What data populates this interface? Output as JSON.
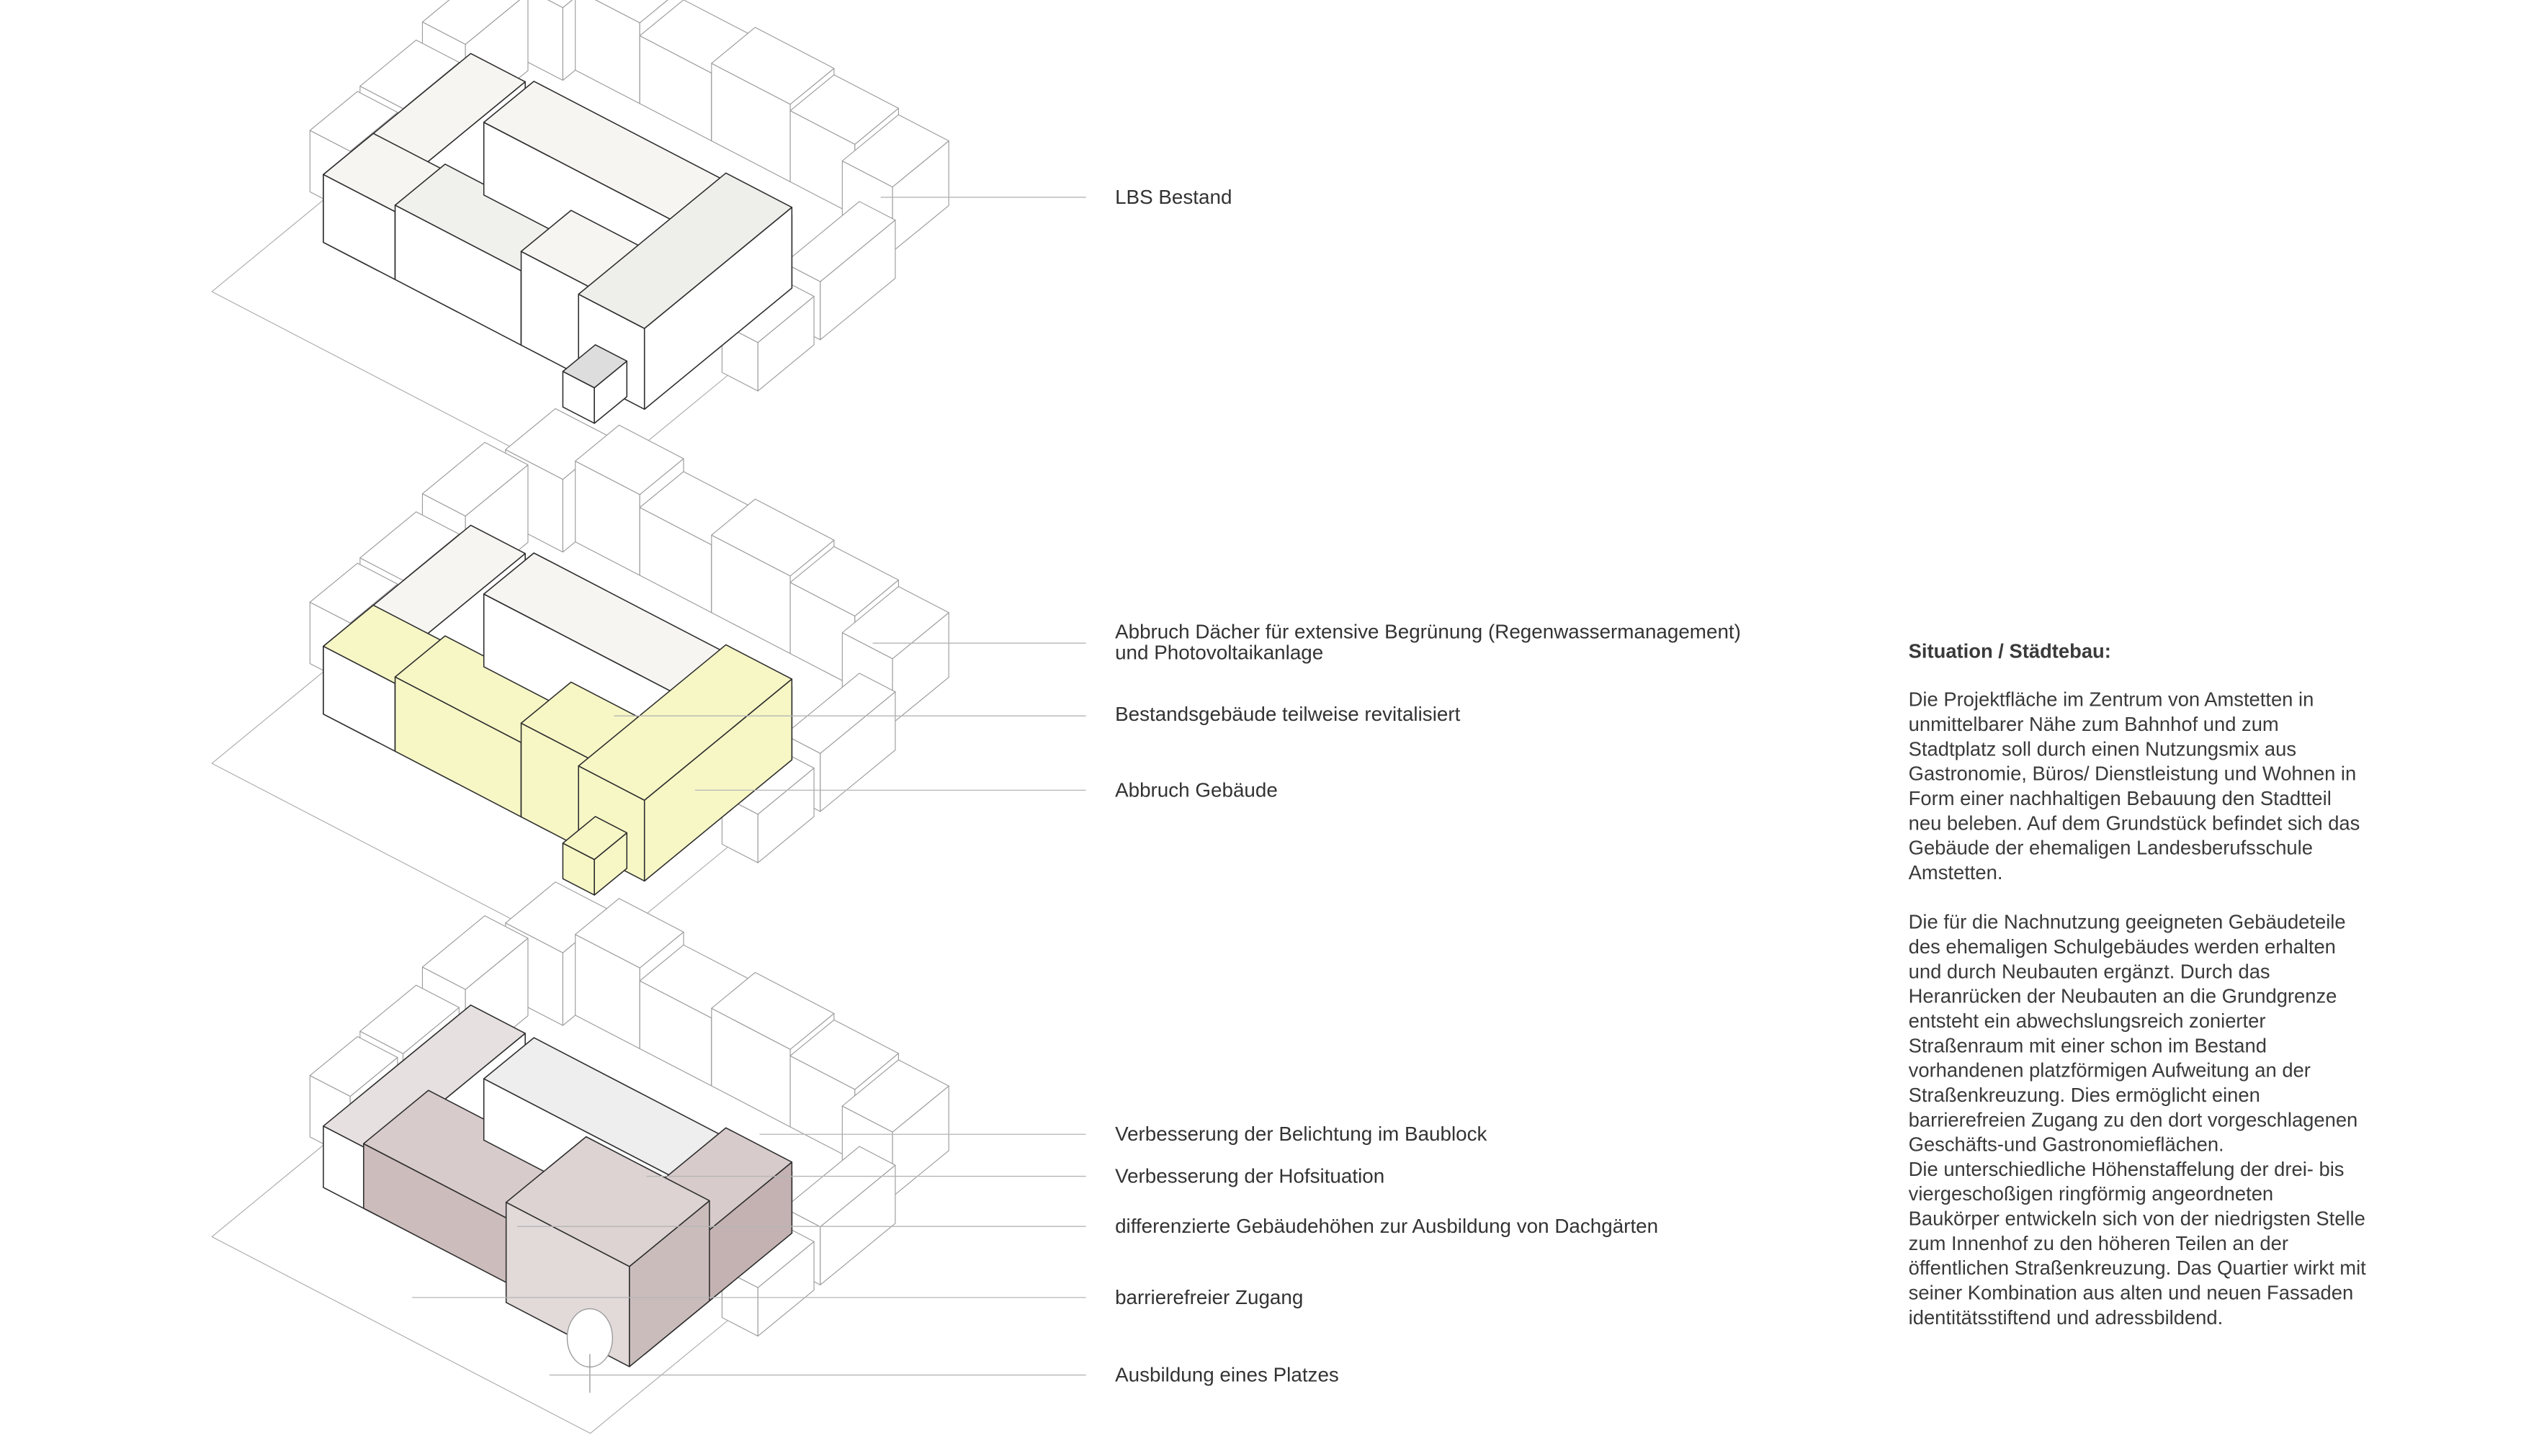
{
  "diagrams": [
    {
      "name": "bestand",
      "labels": [
        "LBS Bestand"
      ]
    },
    {
      "name": "abbruch",
      "labels": [
        "Abbruch Dächer für extensive Begrünung (Regenwassermanagement)",
        "und Photovoltaikanlage",
        "Bestandsgebäude teilweise revitalisiert",
        "Abbruch Gebäude"
      ]
    },
    {
      "name": "neubau",
      "labels": [
        "Verbesserung der Belichtung im Baublock",
        "Verbesserung der Hofsituation",
        "differenzierte Gebäudehöhen zur Ausbildung von Dachgärten",
        "barrierefreier Zugang",
        "Ausbildung eines Platzes"
      ]
    }
  ],
  "description": {
    "heading": "Situation / Städtebau:",
    "lines": [
      "Die Projektfläche im Zentrum von Amstetten in",
      "unmittelbarer Nähe zum Bahnhof und zum",
      "Stadtplatz soll durch einen Nutzungsmix aus",
      "Gastronomie, Büros/ Dienstleistung und Wohnen in",
      "Form einer nachhaltigen Bebauung den Stadtteil",
      "neu beleben. Auf dem Grundstück befindet sich das",
      "Gebäude der ehemaligen Landesberufsschule",
      "Amstetten.",
      "",
      "Die für die Nachnutzung geeigneten Gebäudeteile",
      "des ehemaligen Schulgebäudes werden erhalten",
      "und durch Neubauten ergänzt. Durch das",
      "Heranrücken der Neubauten an die Grundgrenze",
      "entsteht ein abwechslungsreich zonierter",
      "Straßenraum mit einer schon im Bestand",
      "vorhandenen platzförmigen Aufweitung an der",
      "Straßenkreuzung. Dies ermöglicht einen",
      "barrierefreien Zugang zu den dort vorgeschlagenen",
      "Geschäfts-und Gastronomieflächen.",
      "Die unterschiedliche Höhenstaffelung der drei- bis",
      "viergeschoßigen ringförmig angeordneten",
      "Baukörper entwickeln sich von der niedrigsten Stelle",
      "zum Innenhof zu den höheren Teilen an der",
      "öffentlichen Straßenkreuzung. Das Quartier wirkt mit",
      "seiner Kombination aus alten und neuen Fassaden",
      "identitätsstiftend und adressbildend."
    ]
  },
  "colors": {
    "existing": "#f6f5f2",
    "revitalised": "#f7f7c6",
    "new": "#d8cbcb",
    "stroke": "#2e2e2e",
    "context": "#9a9a9a"
  }
}
